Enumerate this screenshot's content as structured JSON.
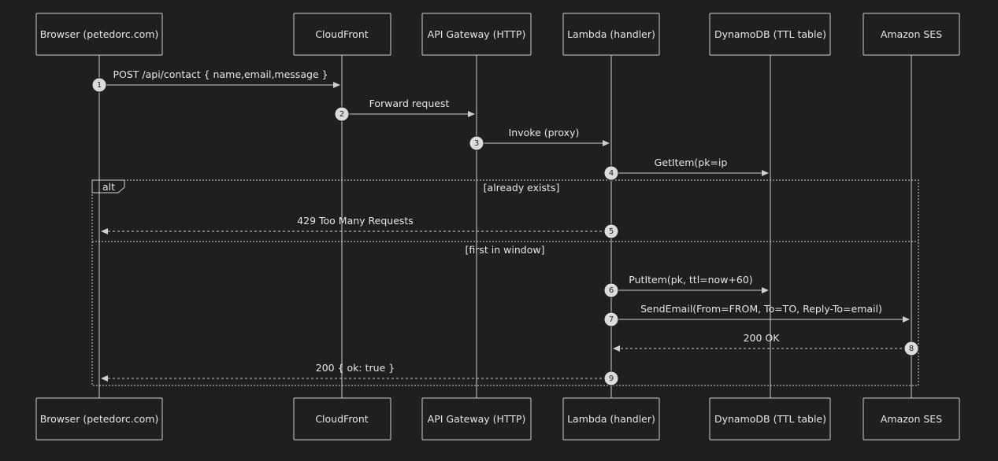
{
  "actors": [
    {
      "id": "browser",
      "label": "Browser (petedorc.com)"
    },
    {
      "id": "cloudfront",
      "label": "CloudFront"
    },
    {
      "id": "apigw",
      "label": "API Gateway (HTTP)"
    },
    {
      "id": "lambda",
      "label": "Lambda (handler)"
    },
    {
      "id": "dynamodb",
      "label": "DynamoDB (TTL table)"
    },
    {
      "id": "ses",
      "label": "Amazon SES"
    }
  ],
  "messages": [
    {
      "num": "1",
      "from": "browser",
      "to": "cloudfront",
      "label": "POST /api/contact { name,email,message }",
      "style": "solid"
    },
    {
      "num": "2",
      "from": "cloudfront",
      "to": "apigw",
      "label": "Forward request",
      "style": "solid"
    },
    {
      "num": "3",
      "from": "apigw",
      "to": "lambda",
      "label": "Invoke (proxy)",
      "style": "solid"
    },
    {
      "num": "4",
      "from": "lambda",
      "to": "dynamodb",
      "label": "GetItem(pk=ip",
      "style": "solid"
    },
    {
      "num": "5",
      "from": "lambda",
      "to": "browser",
      "label": "429 Too Many Requests",
      "style": "dashed"
    },
    {
      "num": "6",
      "from": "lambda",
      "to": "dynamodb",
      "label": "PutItem(pk, ttl=now+60)",
      "style": "solid"
    },
    {
      "num": "7",
      "from": "lambda",
      "to": "ses",
      "label": "SendEmail(From=FROM, To=TO, Reply-To=email)",
      "style": "solid"
    },
    {
      "num": "8",
      "from": "ses",
      "to": "lambda",
      "label": "200 OK",
      "style": "dashed"
    },
    {
      "num": "9",
      "from": "lambda",
      "to": "browser",
      "label": "200 { ok: true }",
      "style": "dashed"
    }
  ],
  "alt_frame": {
    "keyword": "alt",
    "sections": [
      "[already exists]",
      "[first in window]"
    ]
  }
}
